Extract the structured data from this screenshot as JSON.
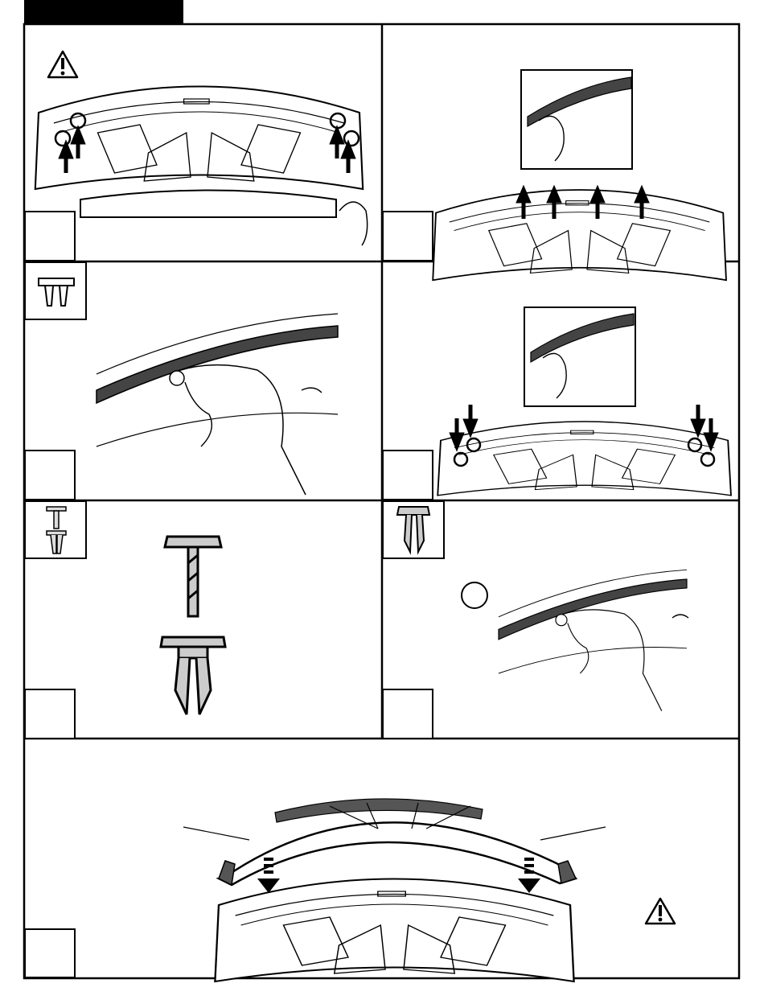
{
  "page": {
    "header_tab_color": "#000000",
    "line_color": "#000000",
    "seal_color": "#444444",
    "panel_fill": "#ffffff"
  },
  "panels": [
    {
      "id": "p1",
      "icon": "warning-icon",
      "step_label": ""
    },
    {
      "id": "p2",
      "icon": "",
      "step_label": ""
    },
    {
      "id": "p3",
      "icon": "push-clip-icon",
      "step_label": ""
    },
    {
      "id": "p4",
      "icon": "",
      "step_label": ""
    },
    {
      "id": "p5",
      "icon": "screw-rivet-icon",
      "step_label": ""
    },
    {
      "id": "p6",
      "icon": "push-rivet-icon",
      "step_label": ""
    },
    {
      "id": "p7",
      "icon": "warning-icon",
      "step_label": ""
    }
  ]
}
